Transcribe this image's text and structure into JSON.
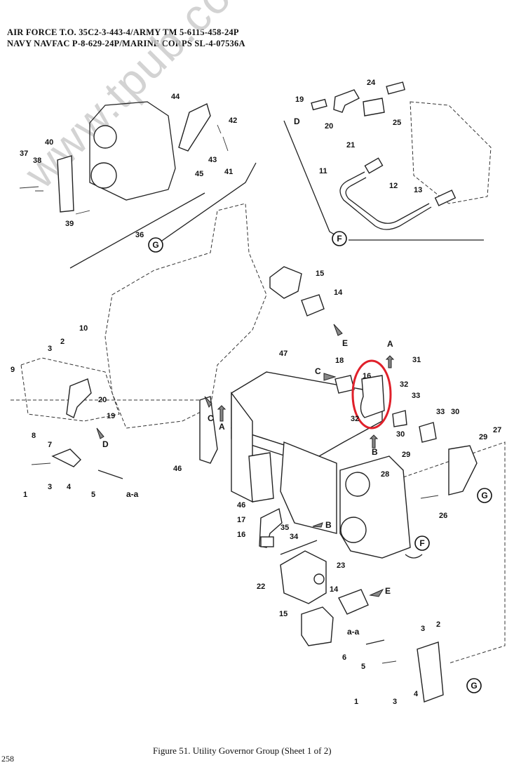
{
  "header": {
    "line1": "AIR FORCE T.O. 35C2-3-443-4/ARMY TM 5-6115-458-24P",
    "line2": "NAVY NAVFAC P-8-629-24P/MARINE CORPS SL-4-07536A"
  },
  "watermark": "www.tpub.com",
  "caption": "Figure 51.  Utility Governor Group (Sheet 1 of 2)",
  "page_number": "258",
  "highlight_color": "#e0202a",
  "callouts": {
    "n1a": "1",
    "n1b": "1",
    "n2a": "2",
    "n2b": "2",
    "n3a": "3",
    "n3b": "3",
    "n3c": "3",
    "n3d": "3",
    "n4a": "4",
    "n4b": "4",
    "n5a": "5",
    "n5b": "5",
    "n6": "6",
    "n7": "7",
    "n8": "8",
    "n9": "9",
    "n10": "10",
    "n11": "11",
    "n12": "12",
    "n13": "13",
    "n14a": "14",
    "n14b": "14",
    "n15a": "15",
    "n15b": "15",
    "n16a": "16",
    "n16b": "16",
    "n17": "17",
    "n18": "18",
    "n19a": "19",
    "n19b": "19",
    "n20a": "20",
    "n20b": "20",
    "n21": "21",
    "n22": "22",
    "n23": "23",
    "n24": "24",
    "n25": "25",
    "n26": "26",
    "n27": "27",
    "n28": "28",
    "n29a": "29",
    "n29b": "29",
    "n30a": "30",
    "n30b": "30",
    "n31": "31",
    "n32a": "32",
    "n32b": "32",
    "n33a": "33",
    "n33b": "33",
    "n34": "34",
    "n35": "35",
    "n36": "36",
    "n37": "37",
    "n38": "38",
    "n39": "39",
    "n40": "40",
    "n41": "41",
    "n42": "42",
    "n43": "43",
    "n44": "44",
    "n45": "45",
    "n46a": "46",
    "n46b": "46",
    "n47": "47"
  },
  "arrow_labels": {
    "a1": "A",
    "a2": "A",
    "b1": "B",
    "b2": "B",
    "c1": "C",
    "c2": "C",
    "d1": "D",
    "d2": "D",
    "e1": "E",
    "e2": "E",
    "aa1": "a-a",
    "aa2": "a-a"
  },
  "circle_labels": {
    "g1": "G",
    "g2": "G",
    "g3": "G",
    "f1": "F",
    "f2": "F"
  }
}
